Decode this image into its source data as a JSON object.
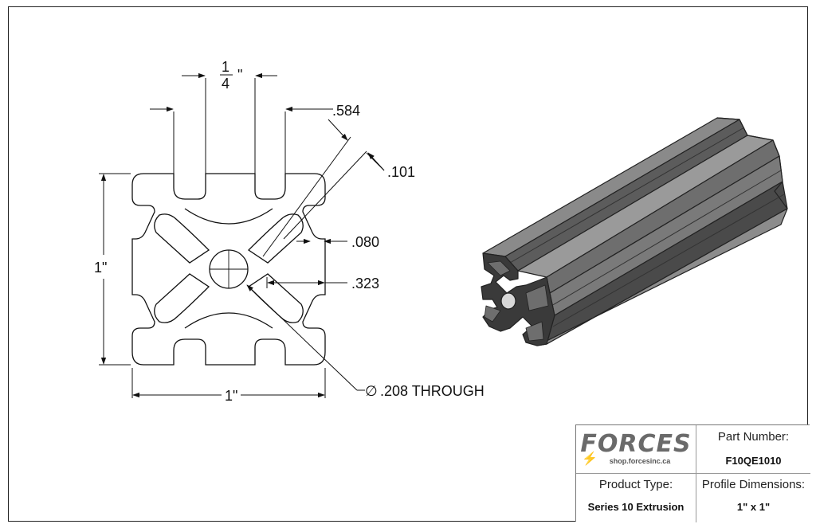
{
  "dimensions": {
    "slot_width_num": "1",
    "slot_width_den": "4",
    "slot_width_unit": "\"",
    "slot_depth": ".584",
    "wall_thickness": ".101",
    "lip_thickness": ".080",
    "core_offset": ".323",
    "height": "1\"",
    "width": "1\"",
    "through_hole": ".208 THROUGH",
    "diameter_symbol": "∅"
  },
  "title_block": {
    "logo_text": "FORCES",
    "logo_url": "shop.forcesinc.ca",
    "part_number_label": "Part Number:",
    "part_number_value": "F10QE1010",
    "product_type_label": "Product Type:",
    "product_type_value": "Series 10 Extrusion",
    "profile_dimensions_label": "Profile Dimensions:",
    "profile_dimensions_value": "1\" x 1\""
  },
  "colors": {
    "line": "#111111",
    "extrusion_dark": "#3f3f3f",
    "extrusion_mid": "#6e6e6e",
    "extrusion_light": "#9a9a9a",
    "logo_gray": "#6a6a6a",
    "logo_bolt": "#e2a400"
  }
}
